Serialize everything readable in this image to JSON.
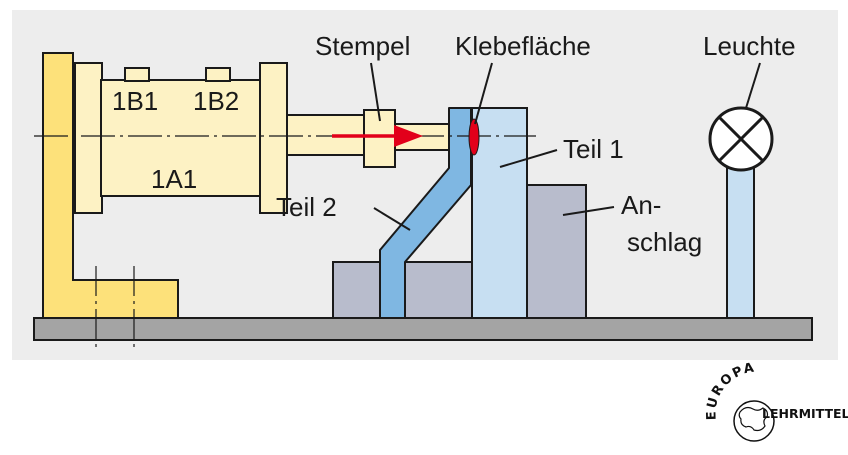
{
  "labels": {
    "cyl_pos_1": "1B1",
    "cyl_pos_2": "1B2",
    "cylinder": "1A1",
    "stempel": "Stempel",
    "klebeflaeche": "Klebefläche",
    "leuchte": "Leuchte",
    "teil1": "Teil 1",
    "teil2": "Teil 2",
    "anschlag_1": "An-",
    "anschlag_2": "schlag"
  },
  "logo": {
    "top": "EUROPA",
    "right": "LEHRMITTEL"
  },
  "colors": {
    "background": "#ededed",
    "frame_yellow": "#fde17a",
    "cylinder_cream": "#fdf2c4",
    "teil1_blue": "#c7dff2",
    "teil2_blue": "#7fb7e2",
    "grey_block": "#b8bccc",
    "base_grey": "#a4a4a4",
    "arrow_red": "#e2001a"
  }
}
